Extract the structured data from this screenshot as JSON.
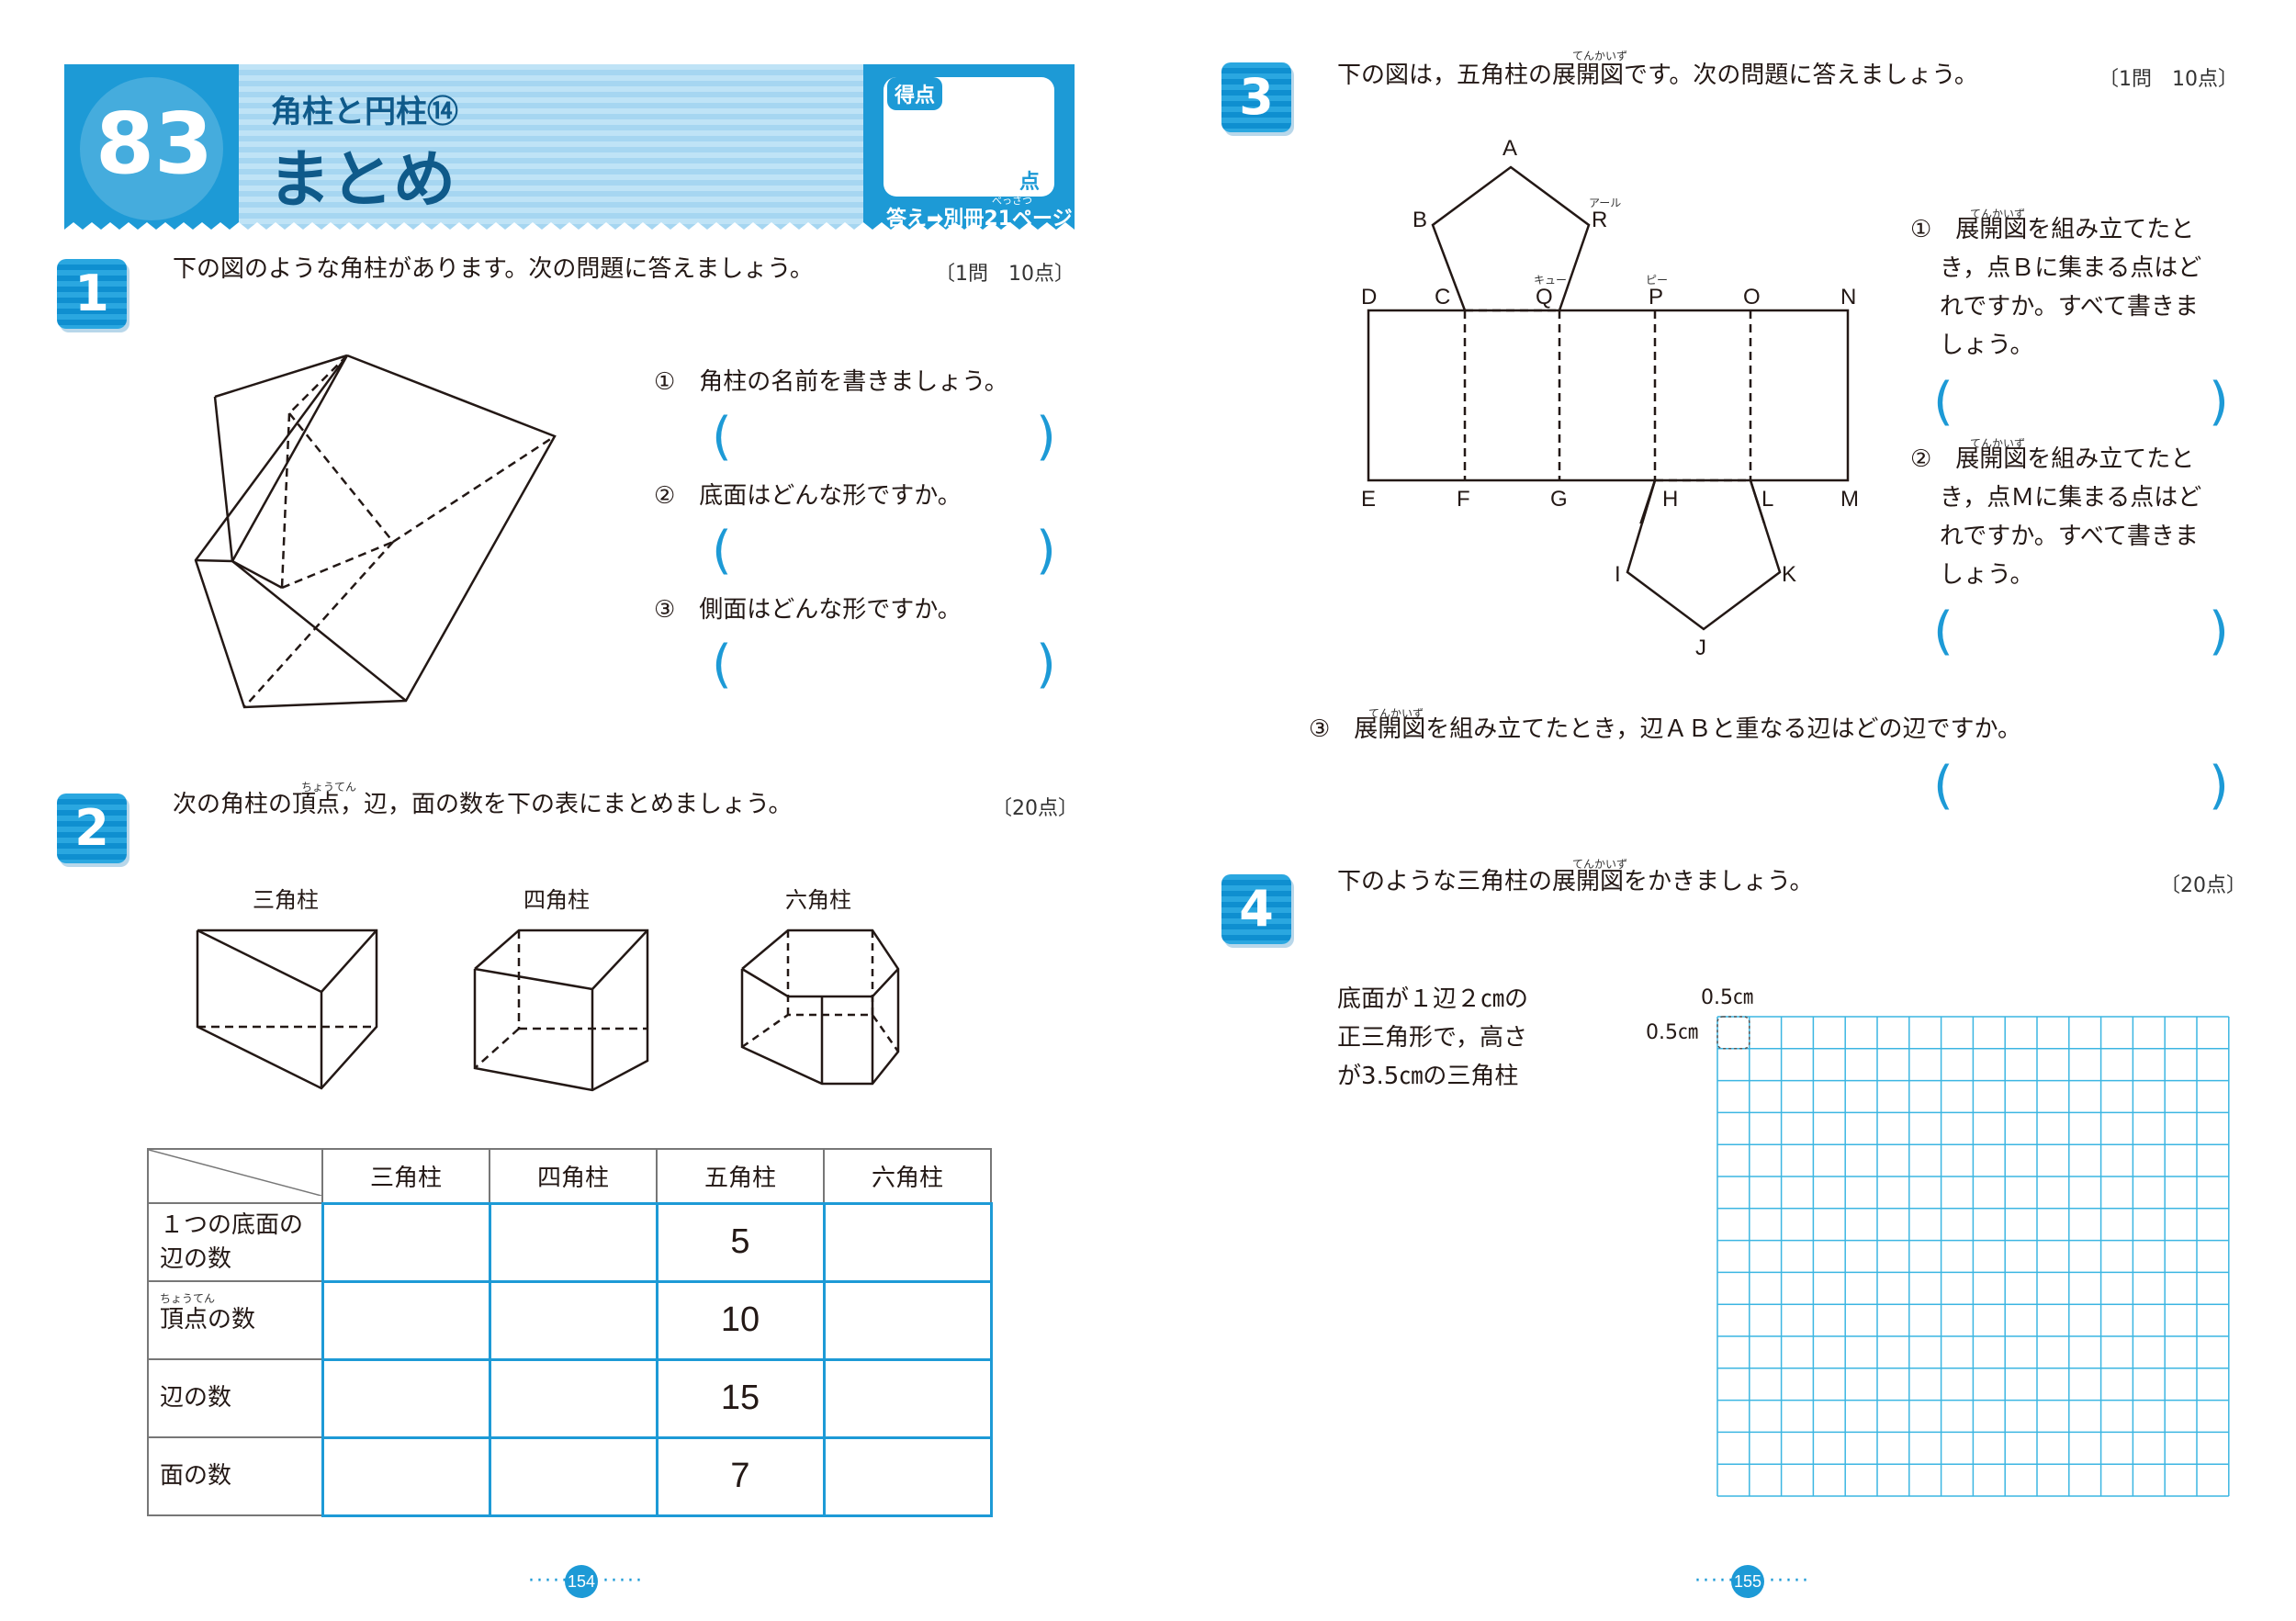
{
  "header": {
    "unit_number": "83",
    "subtitle": "角柱と円柱⑭",
    "title": "まとめ",
    "score_label": "得点",
    "score_unit": "点",
    "answer_ref": "答え➡別冊21ページ",
    "answer_ruby": "べっさつ"
  },
  "q1": {
    "num": "1",
    "prompt": "下の図のような角柱があります。次の問題に答えましょう。",
    "points": "〔1問　10点〕",
    "items": [
      {
        "label": "①　角柱の名前を書きましょう。"
      },
      {
        "label": "②　底面はどんな形ですか。"
      },
      {
        "label": "③　側面はどんな形ですか。"
      }
    ],
    "paren_open": "(",
    "paren_close": ")"
  },
  "q2": {
    "num": "2",
    "prompt": "次の角柱の頂点，辺，面の数を下の表にまとめましょう。",
    "prompt_ruby": "ちょうてん",
    "points": "〔20点〕",
    "shapes": [
      "三角柱",
      "四角柱",
      "六角柱"
    ],
    "table": {
      "columns": [
        "三角柱",
        "四角柱",
        "五角柱",
        "六角柱"
      ],
      "rows": [
        {
          "header_line1": "１つの底面の",
          "header_line2": "辺の数",
          "values": [
            "",
            "",
            "5",
            ""
          ]
        },
        {
          "header_line1": "頂点の数",
          "header_line2": "",
          "ruby": "ちょうてん",
          "values": [
            "",
            "",
            "10",
            ""
          ]
        },
        {
          "header_line1": "辺の数",
          "header_line2": "",
          "values": [
            "",
            "",
            "15",
            ""
          ]
        },
        {
          "header_line1": "面の数",
          "header_line2": "",
          "values": [
            "",
            "",
            "7",
            ""
          ]
        }
      ]
    }
  },
  "q3": {
    "num": "3",
    "prompt": "下の図は，五角柱の展開図です。次の問題に答えましょう。",
    "prompt_ruby": "てんかいず",
    "points": "〔1問　10点〕",
    "items": [
      {
        "line1": "①　展開図を組み立てたと",
        "line2": "き，点Ｂに集まる点はど",
        "line3": "れですか。すべて書きま",
        "line4": "しょう。",
        "ruby": "てんかいず"
      },
      {
        "line1": "②　展開図を組み立てたと",
        "line2": "き，点Ｍに集まる点はど",
        "line3": "れですか。すべて書きま",
        "line4": "しょう。",
        "ruby": "てんかいず"
      }
    ],
    "item3": "③　展開図を組み立てたとき，辺ＡＢと重なる辺はどの辺ですか。",
    "item3_ruby": "てんかいず",
    "net_labels": {
      "A": "A",
      "B": "B",
      "R": "R",
      "C": "C",
      "D": "D",
      "Q": "Q",
      "P": "P",
      "O": "O",
      "N": "N",
      "E": "E",
      "F": "F",
      "G": "G",
      "H": "H",
      "L": "L",
      "M": "M",
      "I": "I",
      "K": "K",
      "J": "J"
    },
    "net_ruby": {
      "R": "アール",
      "Q": "キュー",
      "P": "ピー"
    }
  },
  "q4": {
    "num": "4",
    "prompt": "下のような三角柱の展開図をかきましょう。",
    "prompt_ruby": "てんかいず",
    "points": "〔20点〕",
    "desc_line1": "底面が１辺２㎝の",
    "desc_line2": "正三角形で，高さ",
    "desc_line3": "が3.5㎝の三角柱",
    "grid_label_top": "0.5㎝",
    "grid_label_left": "0.5㎝",
    "grid_cols": 16,
    "grid_rows": 15
  },
  "footer": {
    "left_page": "154",
    "right_page": "155",
    "dots": "·····"
  },
  "colors": {
    "accent": "#1d9ad6",
    "accent_light": "#a9d8f2",
    "grid": "#3cb6e2"
  }
}
